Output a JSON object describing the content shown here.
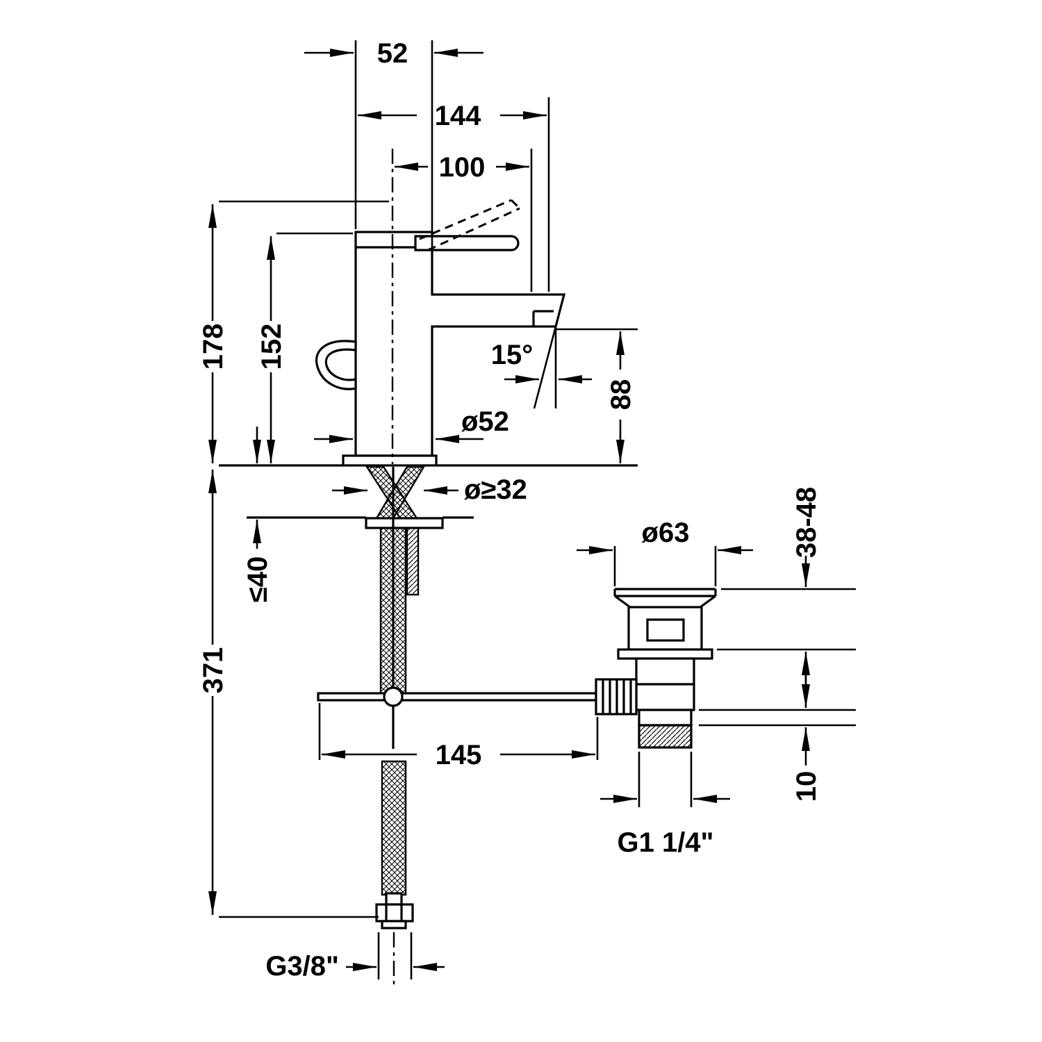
{
  "drawing": {
    "title": "Single-lever basin mixer with pop-up waste - dimensional drawing",
    "background_color": "#ffffff",
    "line_color": "#000000",
    "dimensions": {
      "top_width": "52",
      "projection_total": "144",
      "spout_reach": "100",
      "height_overall": "178",
      "height_body": "152",
      "spout_angle": "15°",
      "spout_clearance": "88",
      "body_diameter": "ø52",
      "mounting_hole": "ø≥32",
      "deck_thickness": "≤40",
      "supply_hose_length": "371",
      "waste_flange": "ø63",
      "waste_adjustment": "38-48",
      "rod_length": "145",
      "waste_height": "10",
      "waste_thread": "G1 1/4\"",
      "supply_thread": "G3/8\""
    }
  }
}
